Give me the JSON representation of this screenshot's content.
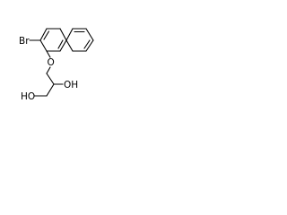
{
  "molecule": {
    "atoms": {
      "bromine": "Br",
      "ether_oxygen": "O",
      "secondary_hydroxyl": "OH",
      "primary_hydroxyl": "HO"
    },
    "colors": {
      "bond": "#000000",
      "label": "#000000",
      "background": "#ffffff"
    }
  }
}
